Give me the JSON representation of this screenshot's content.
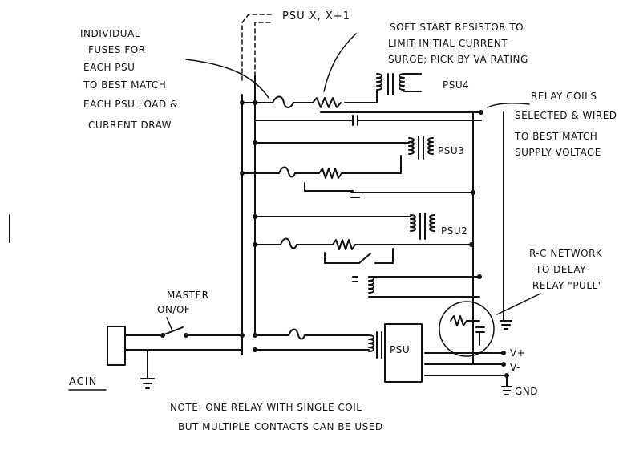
{
  "labels": {
    "psu_x": "PSU X, X+1",
    "fuse_note": [
      "INDIVIDUAL",
      "FUSES FOR",
      "EACH PSU",
      "TO BEST MATCH",
      "EACH PSU LOAD &",
      "CURRENT DRAW"
    ],
    "soft_start": [
      "SOFT START RESISTOR TO",
      "LIMIT INITIAL CURRENT",
      "SURGE; PICK BY VA RATING"
    ],
    "psu4": "PSU4",
    "psu3": "PSU3",
    "psu2": "PSU2",
    "psu": "PSU",
    "relay_coils": [
      "RELAY COILS",
      "SELECTED & WIRED",
      "TO BEST MATCH",
      "SUPPLY VOLTAGE"
    ],
    "rc_network": [
      "R-C NETWORK",
      "TO DELAY",
      "RELAY \"PULL\""
    ],
    "master": [
      "MASTER",
      "ON/OF"
    ],
    "acin": "ACIN",
    "vplus": "V+",
    "vminus": "V-",
    "gnd": "GND",
    "note": [
      "NOTE: ONE RELAY WITH SINGLE COIL",
      "BUT MULTIPLE CONTACTS CAN BE USED"
    ]
  }
}
